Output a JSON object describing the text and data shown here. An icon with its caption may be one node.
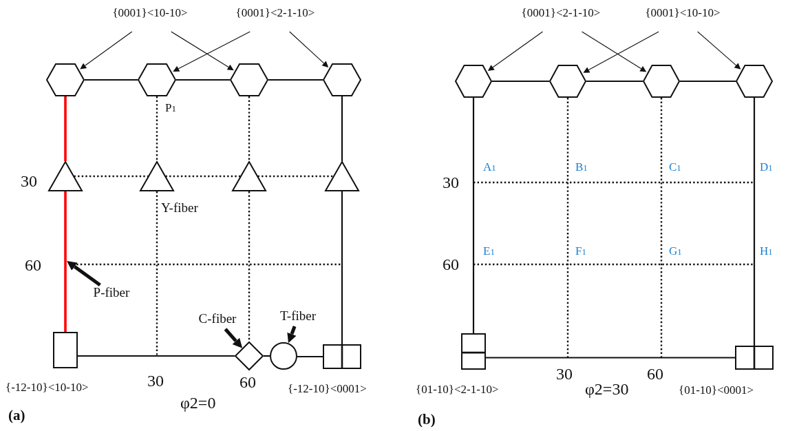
{
  "diagram": {
    "nodes": [
      {
        "text": [
          "{0001}<10-10>"
        ]
      },
      {
        "text": [
          "{0001}<2-1-10>"
        ]
      },
      {
        "text": [],
        "shape": "hexagon"
      },
      {
        "text": [],
        "shape": "hexagon"
      },
      {
        "text": [],
        "shape": "hexagon"
      },
      {
        "text": [],
        "shape": "hexagon"
      },
      {
        "text": [],
        "shape": "triangle"
      },
      {
        "text": [],
        "shape": "triangle"
      },
      {
        "text": [],
        "shape": "triangle"
      },
      {
        "text": [],
        "shape": "triangle"
      },
      {
        "text": [],
        "shape": "box",
        "beside": [
          "{-12-10}<10-10>"
        ]
      },
      {
        "text": [],
        "shape": "diamond"
      },
      {
        "text": [],
        "shape": "circle"
      },
      {
        "text": [],
        "shape": "box",
        "beside": [
          "{-12-10}<0001>"
        ]
      },
      {
        "text": [
          "C-fiber"
        ]
      },
      {
        "text": [
          "T-fiber"
        ]
      },
      {
        "text": [
          "P-fiber"
        ]
      },
      {
        "text": [
          "{0001}<2-1-10>"
        ]
      },
      {
        "text": [
          "{0001}<10-10>"
        ]
      },
      {
        "text": [],
        "shape": "hexagon"
      },
      {
        "text": [],
        "shape": "hexagon"
      },
      {
        "text": [],
        "shape": "hexagon"
      },
      {
        "text": [],
        "shape": "hexagon"
      },
      {
        "text": [],
        "shape": "box",
        "beside": [
          "{01-10}<2-1-10>"
        ]
      },
      {
        "text": [],
        "shape": "box",
        "beside": [
          "{01-10}<0001>"
        ]
      }
    ],
    "edges": [
      {
        "from": 0,
        "to": 2,
        "arrow": "to"
      },
      {
        "from": 0,
        "to": 4,
        "arrow": "to"
      },
      {
        "from": 1,
        "to": 3,
        "arrow": "to"
      },
      {
        "from": 1,
        "to": 5,
        "arrow": "to"
      },
      {
        "from": 2,
        "to": 3,
        "arrow": "none"
      },
      {
        "from": 3,
        "to": 4,
        "arrow": "none"
      },
      {
        "from": 4,
        "to": 5,
        "arrow": "none"
      },
      {
        "from": 2,
        "to": 6,
        "arrow": "none",
        "color": "#ff0000"
      },
      {
        "from": 6,
        "to": 10,
        "arrow": "none",
        "color": "#ff0000"
      },
      {
        "from": 3,
        "to": 7,
        "arrow": "none",
        "style": "dashed"
      },
      {
        "from": 4,
        "to": 8,
        "arrow": "none",
        "style": "dashed"
      },
      {
        "from": 5,
        "to": 9,
        "arrow": "none"
      },
      {
        "from": 9,
        "to": 13,
        "arrow": "none"
      },
      {
        "from": 6,
        "to": 7,
        "arrow": "none",
        "style": "dashed"
      },
      {
        "from": 7,
        "to": 8,
        "arrow": "none",
        "style": "dashed"
      },
      {
        "from": 8,
        "to": 9,
        "arrow": "none",
        "style": "dashed"
      },
      {
        "from": 8,
        "to": 11,
        "arrow": "none",
        "style": "dashed"
      },
      {
        "from": 10,
        "to": 11,
        "arrow": "none"
      },
      {
        "from": 11,
        "to": 12,
        "arrow": "none"
      },
      {
        "from": 12,
        "to": 13,
        "arrow": "none"
      },
      {
        "from": 14,
        "to": 11,
        "arrow": "to",
        "style": "thick"
      },
      {
        "from": 15,
        "to": 12,
        "arrow": "to",
        "style": "thick"
      },
      {
        "from": 16,
        "to": null,
        "arrow": "to",
        "style": "thick"
      },
      {
        "from": 17,
        "to": 19,
        "arrow": "to"
      },
      {
        "from": 17,
        "to": 21,
        "arrow": "to"
      },
      {
        "from": 18,
        "to": 20,
        "arrow": "to"
      },
      {
        "from": 18,
        "to": 22,
        "arrow": "to"
      },
      {
        "from": 19,
        "to": 20,
        "arrow": "none"
      },
      {
        "from": 20,
        "to": 21,
        "arrow": "none"
      },
      {
        "from": 21,
        "to": 22,
        "arrow": "none"
      },
      {
        "from": 19,
        "to": 23,
        "arrow": "none"
      },
      {
        "from": 22,
        "to": 24,
        "arrow": "none"
      },
      {
        "from": 23,
        "to": 24,
        "arrow": "none"
      },
      {
        "from": 7,
        "to": null,
        "arrow": "none",
        "style": "dashed"
      },
      {
        "from": 20,
        "to": null,
        "arrow": "none",
        "style": "dashed"
      },
      {
        "from": 21,
        "to": null,
        "arrow": "none",
        "style": "dashed"
      }
    ],
    "labels": [
      "P$_{1}$",
      "30",
      "Y-fiber",
      "60",
      "30",
      "60",
      "φ2=0",
      "(a)",
      "A$_{1}$",
      "B$_{1}$",
      "C$_{1}$",
      "D$_{1}$",
      "30",
      "E$_{1}$",
      "F$_{1}$",
      "G$_{1}$",
      "H$_{1}$",
      "60",
      "30",
      "60",
      "φ2=30",
      "(b)"
    ]
  }
}
